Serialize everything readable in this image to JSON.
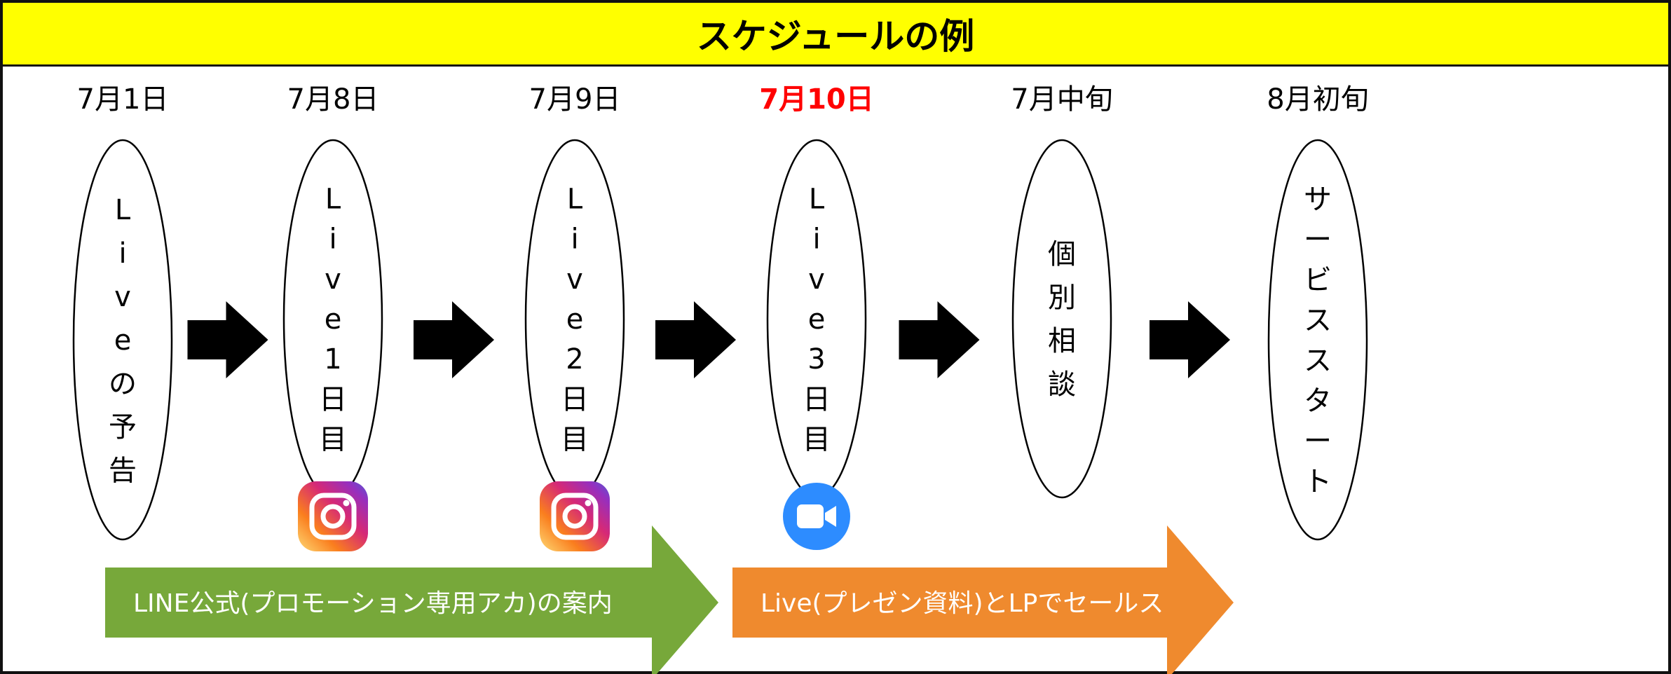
{
  "title": "スケジュールの例",
  "colors": {
    "title_bg": "#ffff00",
    "highlight": "#ff0000",
    "green_band": "#77a83a",
    "orange_band": "#ef8a2e",
    "instagram": "instagram-gradient",
    "zoom": "#2d8cff"
  },
  "stages": [
    {
      "date": "7月1日",
      "label": [
        "L",
        "i",
        "v",
        "e",
        "の",
        "予",
        "告"
      ],
      "highlight": false,
      "icon": ""
    },
    {
      "date": "7月8日",
      "label": [
        "L",
        "i",
        "v",
        "e",
        "1",
        "日",
        "目"
      ],
      "highlight": false,
      "icon": "instagram-icon"
    },
    {
      "date": "7月9日",
      "label": [
        "L",
        "i",
        "v",
        "e",
        "2",
        "日",
        "目"
      ],
      "highlight": false,
      "icon": "instagram-icon"
    },
    {
      "date": "7月10日",
      "label": [
        "L",
        "i",
        "v",
        "e",
        "3",
        "日",
        "目"
      ],
      "highlight": true,
      "icon": "zoom-icon"
    },
    {
      "date": "7月中旬",
      "label": [
        "個",
        "別",
        "相",
        "談"
      ],
      "highlight": false,
      "icon": ""
    },
    {
      "date": "8月初旬",
      "label": [
        "サ",
        "ー",
        "ビ",
        "ス",
        "ス",
        "タ",
        "ー",
        "ト"
      ],
      "highlight": false,
      "icon": ""
    }
  ],
  "bands": [
    {
      "text": "LINE公式(プロモーション専用アカ)の案内",
      "color": "#77a83a"
    },
    {
      "text": "Live(プレゼン資料)とLPでセールス",
      "color": "#ef8a2e"
    }
  ]
}
